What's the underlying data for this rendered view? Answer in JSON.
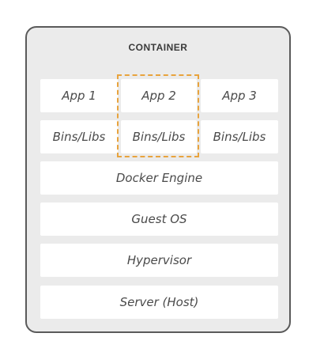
{
  "diagram": {
    "title": "CONTAINER",
    "apps": [
      "App 1",
      "App 2",
      "App 3"
    ],
    "bins": [
      "Bins/Libs",
      "Bins/Libs",
      "Bins/Libs"
    ],
    "layers": {
      "docker_engine": "Docker Engine",
      "guest_os": "Guest OS",
      "hypervisor": "Hypervisor",
      "server": "Server (Host)"
    },
    "colors": {
      "background": "#ebebeb",
      "border": "#5a5a5a",
      "cell": "#ffffff",
      "highlight": "#e8a33d",
      "text": "#4a4a4a"
    }
  }
}
